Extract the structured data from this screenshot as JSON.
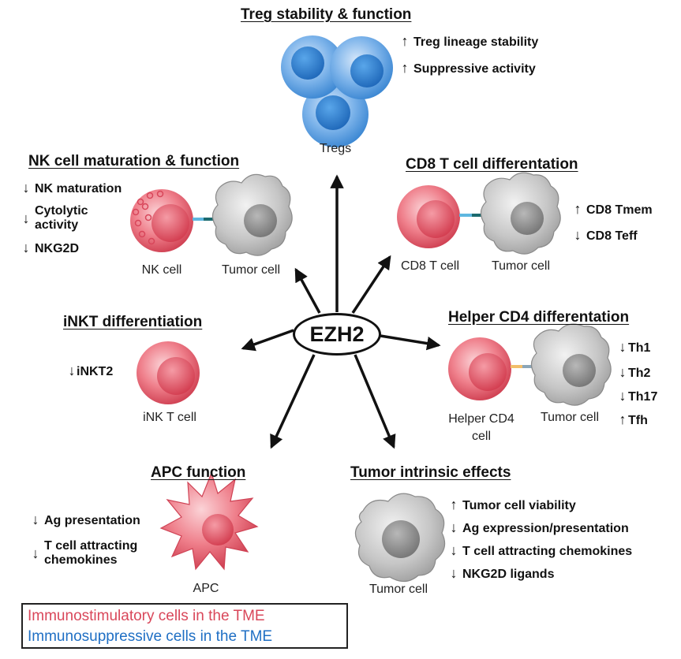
{
  "center": {
    "label": "EZH2"
  },
  "treg": {
    "title": "Treg stability & function",
    "items": [
      {
        "arrow": "up",
        "text": "Treg lineage stability"
      },
      {
        "arrow": "up",
        "text": "Suppressive activity"
      }
    ],
    "cell_label": "Tregs"
  },
  "nk": {
    "title": "NK cell maturation & function",
    "items": [
      {
        "arrow": "down",
        "text": "NK maturation"
      },
      {
        "arrow": "down",
        "text": "Cytolytic activity"
      },
      {
        "arrow": "down",
        "text": "NKG2D"
      }
    ],
    "cell_label": "NK cell",
    "tumor_label": "Tumor cell"
  },
  "cd8": {
    "title": "CD8 T cell differentation",
    "items": [
      {
        "arrow": "up",
        "text": "CD8 Tmem"
      },
      {
        "arrow": "down",
        "text": "CD8 Teff"
      }
    ],
    "cell_label": "CD8 T cell",
    "tumor_label": "Tumor cell"
  },
  "inkt": {
    "title": "iNKT differentiation",
    "items": [
      {
        "arrow": "down",
        "text": "iNKT2"
      }
    ],
    "cell_label": "iNK T cell"
  },
  "cd4": {
    "title": "Helper CD4 differentation",
    "items": [
      {
        "arrow": "down",
        "text": "Th1"
      },
      {
        "arrow": "down",
        "text": "Th2"
      },
      {
        "arrow": "down",
        "text": "Th17"
      },
      {
        "arrow": "up",
        "text": "Tfh"
      }
    ],
    "cell_label": "Helper CD4 cell",
    "tumor_label": "Tumor cell"
  },
  "apc": {
    "title": "APC function",
    "items": [
      {
        "arrow": "down",
        "text": "Ag presentation"
      },
      {
        "arrow": "down",
        "text": "T cell attracting chemokines"
      }
    ],
    "cell_label": "APC"
  },
  "tumor": {
    "title": "Tumor intrinsic effects",
    "items": [
      {
        "arrow": "up",
        "text": "Tumor cell viability"
      },
      {
        "arrow": "down",
        "text": "Ag expression/presentation"
      },
      {
        "arrow": "down",
        "text": "T cell attracting chemokines"
      },
      {
        "arrow": "down",
        "text": "NKG2D ligands"
      }
    ],
    "cell_label": "Tumor cell"
  },
  "legend": {
    "stimulatory": "Immunostimulatory cells in the TME",
    "suppressive": "Immunosuppressive cells in the TME"
  },
  "colors": {
    "stimulatory": "#d9475a",
    "suppressive": "#1f6fc4",
    "tumor_gray": "#8c8c8c",
    "arrow": "#111111"
  }
}
